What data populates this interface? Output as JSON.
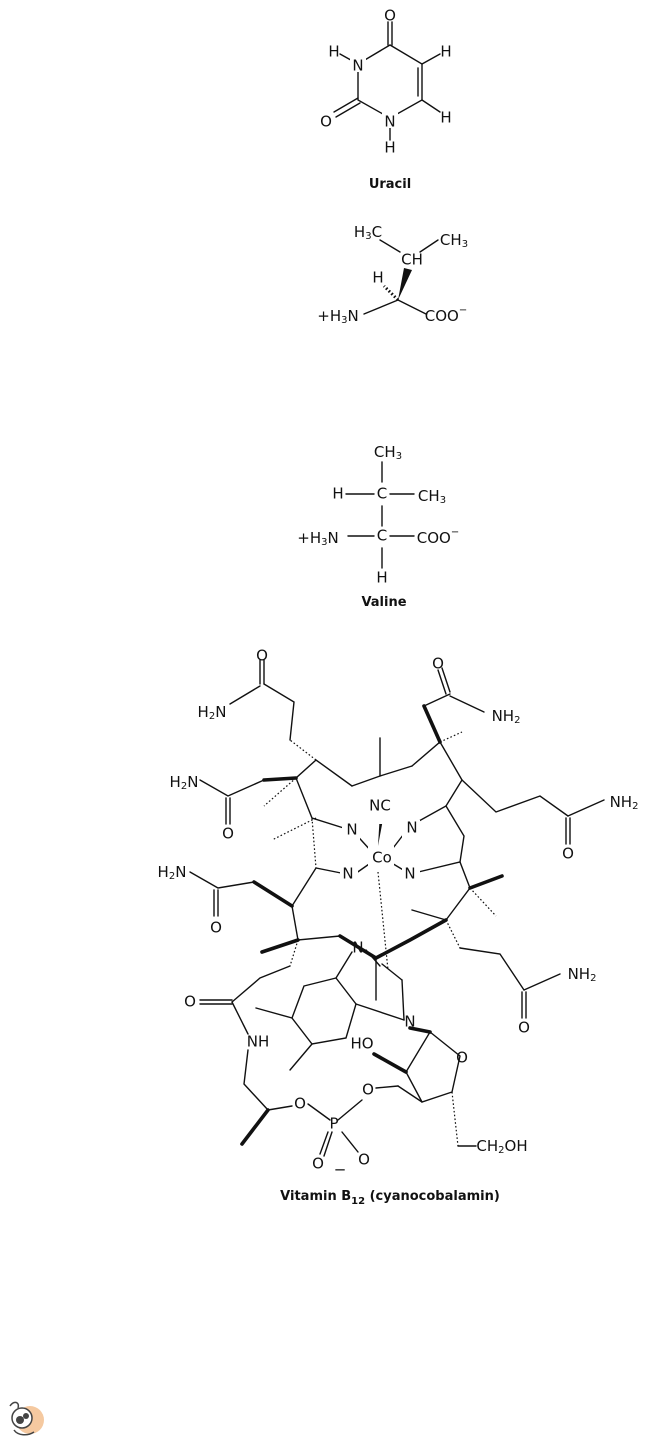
{
  "uracil": {
    "caption": "Uracil",
    "atoms": {
      "o_top": "O",
      "h_n1": "H",
      "n1": "N",
      "h_c5": "H",
      "o_left": "O",
      "h_c6": "H",
      "n3": "N",
      "h_n3": "H"
    }
  },
  "valine_wedge": {
    "h3c": "H",
    "h3c_sub": "3",
    "h3c_c": "C",
    "ch3": "CH",
    "ch3_sub": "3",
    "ch": "CH",
    "h": "H",
    "h3n_plus": "+H",
    "h3n_sub": "3",
    "h3n_n": "N",
    "coo": "COO",
    "coo_minus": "−"
  },
  "valine_fischer": {
    "caption": "Valine",
    "ch3_top": "CH",
    "ch3_top_sub": "3",
    "h_left": "H",
    "c_upper": "C",
    "ch3_right": "CH",
    "ch3_right_sub": "3",
    "h3n_plus": "+H",
    "h3n_sub": "3",
    "h3n_n": "N",
    "c_lower": "C",
    "coo": "COO",
    "coo_minus": "−",
    "h_bottom": "H"
  },
  "b12": {
    "caption_main": "Vitamin B",
    "caption_sub": "12",
    "caption_rest": " (cyanocobalamin)",
    "labels": {
      "o1": "O",
      "h2n1": "H",
      "h2n1_sub": "2",
      "h2n1_n": "N",
      "o2": "O",
      "nh2_1": "NH",
      "nh2_1_sub": "2",
      "h2n2": "H",
      "h2n2_sub": "2",
      "h2n2_n": "N",
      "nh2_2": "NH",
      "nh2_2_sub": "2",
      "o3": "O",
      "o4": "O",
      "nc": "NC",
      "co": "Co",
      "n_a": "N",
      "n_b": "N",
      "n_c": "N",
      "n_d": "N",
      "h2n3": "H",
      "h2n3_sub": "2",
      "h2n3_n": "N",
      "o5": "O",
      "n_bz": "N",
      "nh2_3": "NH",
      "nh2_3_sub": "2",
      "o6": "O",
      "o7": "O",
      "nh": "NH",
      "n_bz2": "N",
      "ho": "HO",
      "o_ring": "O",
      "o_link1": "O",
      "o_link2": "O",
      "p": "P",
      "o_p1": "O",
      "o_p2": "O",
      "minus": "−",
      "ch2oh": "CH",
      "ch2oh_sub": "2",
      "ch2oh_rest": "OH"
    }
  },
  "logo": {
    "icon": "mouse-logo-icon"
  }
}
